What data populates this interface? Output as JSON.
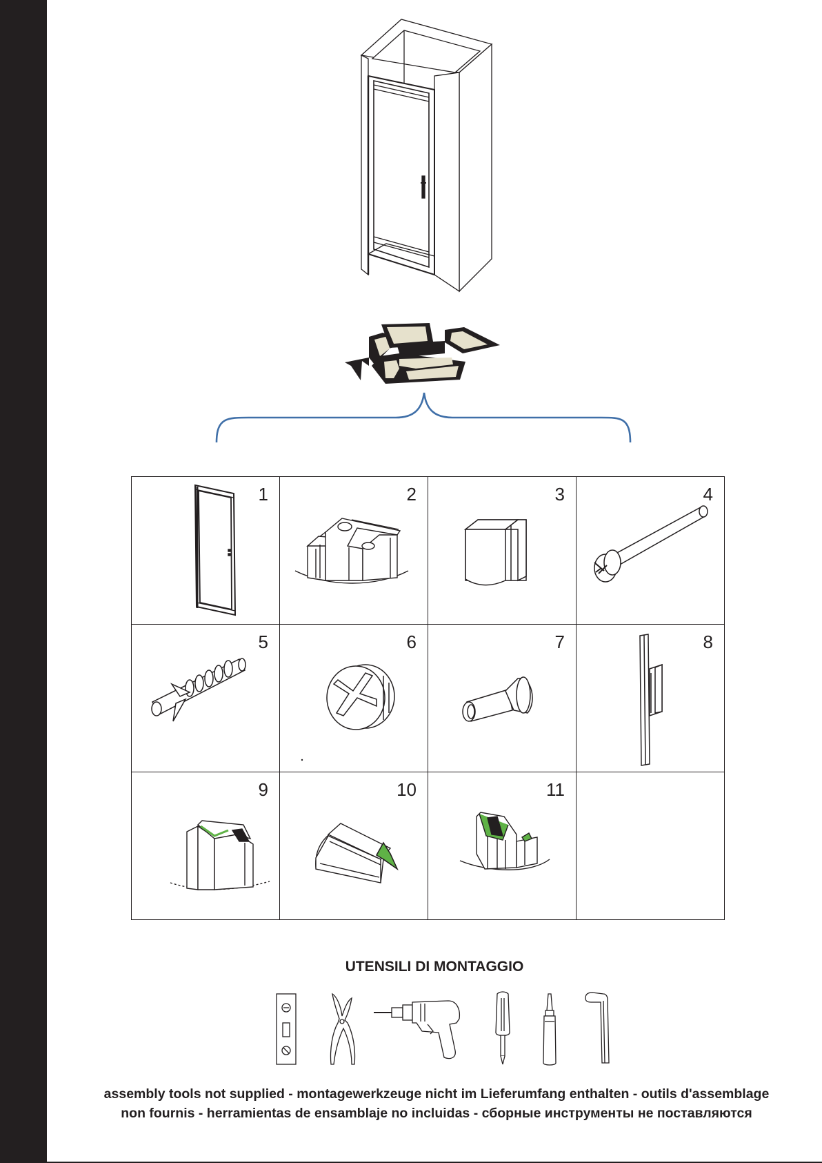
{
  "parts": [
    {
      "number": "1",
      "icon": "door-panel-icon"
    },
    {
      "number": "2",
      "icon": "wall-profile-icon"
    },
    {
      "number": "3",
      "icon": "end-cap-icon"
    },
    {
      "number": "4",
      "icon": "long-screw-icon"
    },
    {
      "number": "5",
      "icon": "wall-plug-icon"
    },
    {
      "number": "6",
      "icon": "screw-cap-icon"
    },
    {
      "number": "7",
      "icon": "short-screw-icon"
    },
    {
      "number": "8",
      "icon": "handle-icon"
    },
    {
      "number": "9",
      "icon": "magnetic-seal-icon"
    },
    {
      "number": "10",
      "icon": "drip-seal-icon"
    },
    {
      "number": "11",
      "icon": "side-seal-icon"
    }
  ],
  "tools": {
    "title": "UTENSILI DI MONTAGGIO",
    "icons": [
      "spirit-level-icon",
      "pliers-icon",
      "drill-icon",
      "screwdriver-icon",
      "silicone-tube-icon",
      "hex-key-icon"
    ]
  },
  "disclaimer": {
    "line1": "assembly tools not supplied - montagewerkzeuge nicht im Lieferumfang enthalten - outils d'assemblage",
    "line2": "non fournis - herramientas de ensamblaje no incluidas - сборные инструменты не поставляются"
  },
  "colors": {
    "ink": "#231f20",
    "bracket": "#3f6fa8",
    "seal": "#5fb246",
    "cardboard": "#e6e1cc"
  }
}
